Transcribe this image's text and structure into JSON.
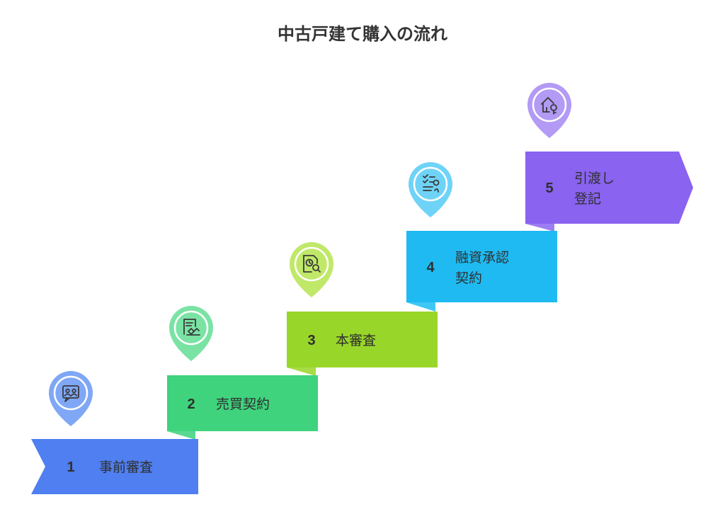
{
  "title": "中古戸建て購入の流れ",
  "steps": [
    {
      "number": "1",
      "lines": [
        "事前審査"
      ],
      "icon": "interview-icon",
      "color": "#4f7ff0",
      "light": "#7fa7f6",
      "fold": "#6d9af3"
    },
    {
      "number": "2",
      "lines": [
        "売買契約"
      ],
      "icon": "contract-handshake-icon",
      "color": "#3fd37d",
      "light": "#7ae3a4",
      "fold": "#5ad892"
    },
    {
      "number": "3",
      "lines": [
        "本審査"
      ],
      "icon": "document-search-icon",
      "color": "#99d62a",
      "light": "#c0e869",
      "fold": "#a8dc46"
    },
    {
      "number": "4",
      "lines": [
        "融資承認",
        "契約"
      ],
      "icon": "approval-checklist-icon",
      "color": "#1fbaf2",
      "light": "#6fd3f7",
      "fold": "#3ec7f5"
    },
    {
      "number": "5",
      "lines": [
        "引渡し",
        "登記"
      ],
      "icon": "house-key-icon",
      "color": "#8a63f0",
      "light": "#b29af5",
      "fold": "#9c7df3"
    }
  ]
}
